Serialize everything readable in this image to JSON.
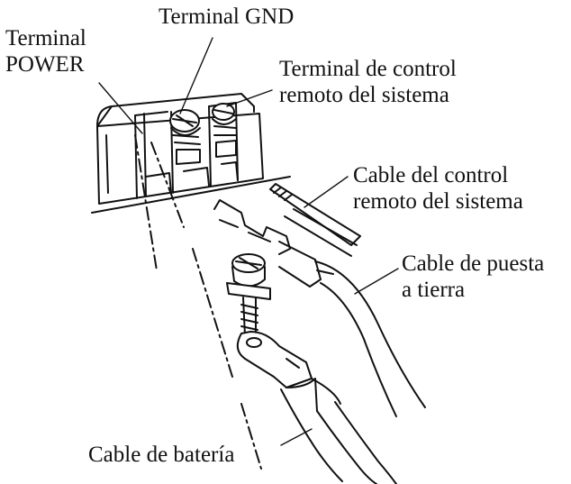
{
  "labels": {
    "terminal_power": {
      "line1": "Terminal",
      "line2": "POWER"
    },
    "terminal_gnd": {
      "line1": "Terminal GND"
    },
    "terminal_remote": {
      "line1": "Terminal de control",
      "line2": "remoto del sistema"
    },
    "cable_remote": {
      "line1": "Cable del control",
      "line2": "remoto del sistema"
    },
    "cable_ground": {
      "line1": "Cable de puesta",
      "line2": "a tierra"
    },
    "cable_battery": {
      "line1": "Cable de batería"
    }
  },
  "colors": {
    "ink": "#111111",
    "background": "#ffffff",
    "shade": "#d9d9d9"
  }
}
